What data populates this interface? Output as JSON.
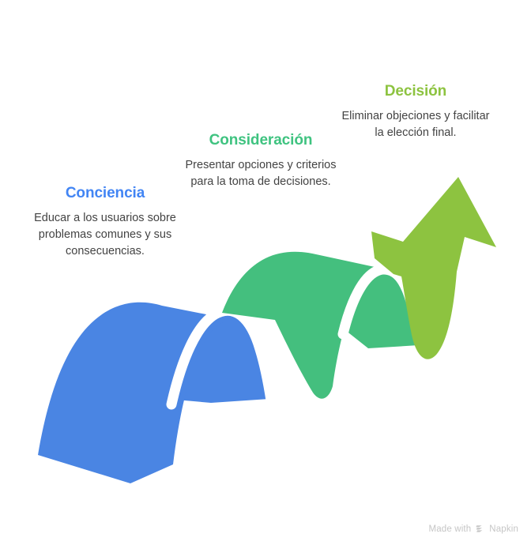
{
  "diagram": {
    "title_semantic": "customer-journey-ribbon",
    "background_color": "#ffffff",
    "steps": [
      {
        "id": "awareness",
        "title": "Conciencia",
        "description": "Educar a los usuarios sobre problemas comunes y sus consecuencias.",
        "color": "#4a85e3",
        "title_color": "#4285f4"
      },
      {
        "id": "consideration",
        "title": "Consideración",
        "description": "Presentar opciones y criterios para la toma de decisiones.",
        "color": "#44bf7e",
        "title_color": "#3fc380"
      },
      {
        "id": "decision",
        "title": "Decisión",
        "description": "Eliminar objeciones y facilitar la elección final.",
        "color": "#8dc340",
        "title_color": "#8dc340"
      }
    ]
  },
  "watermark": {
    "prefix": "Made with",
    "brand": "Napkin",
    "icon": "napkin-chevrons-icon",
    "color": "#c6c6c6"
  }
}
